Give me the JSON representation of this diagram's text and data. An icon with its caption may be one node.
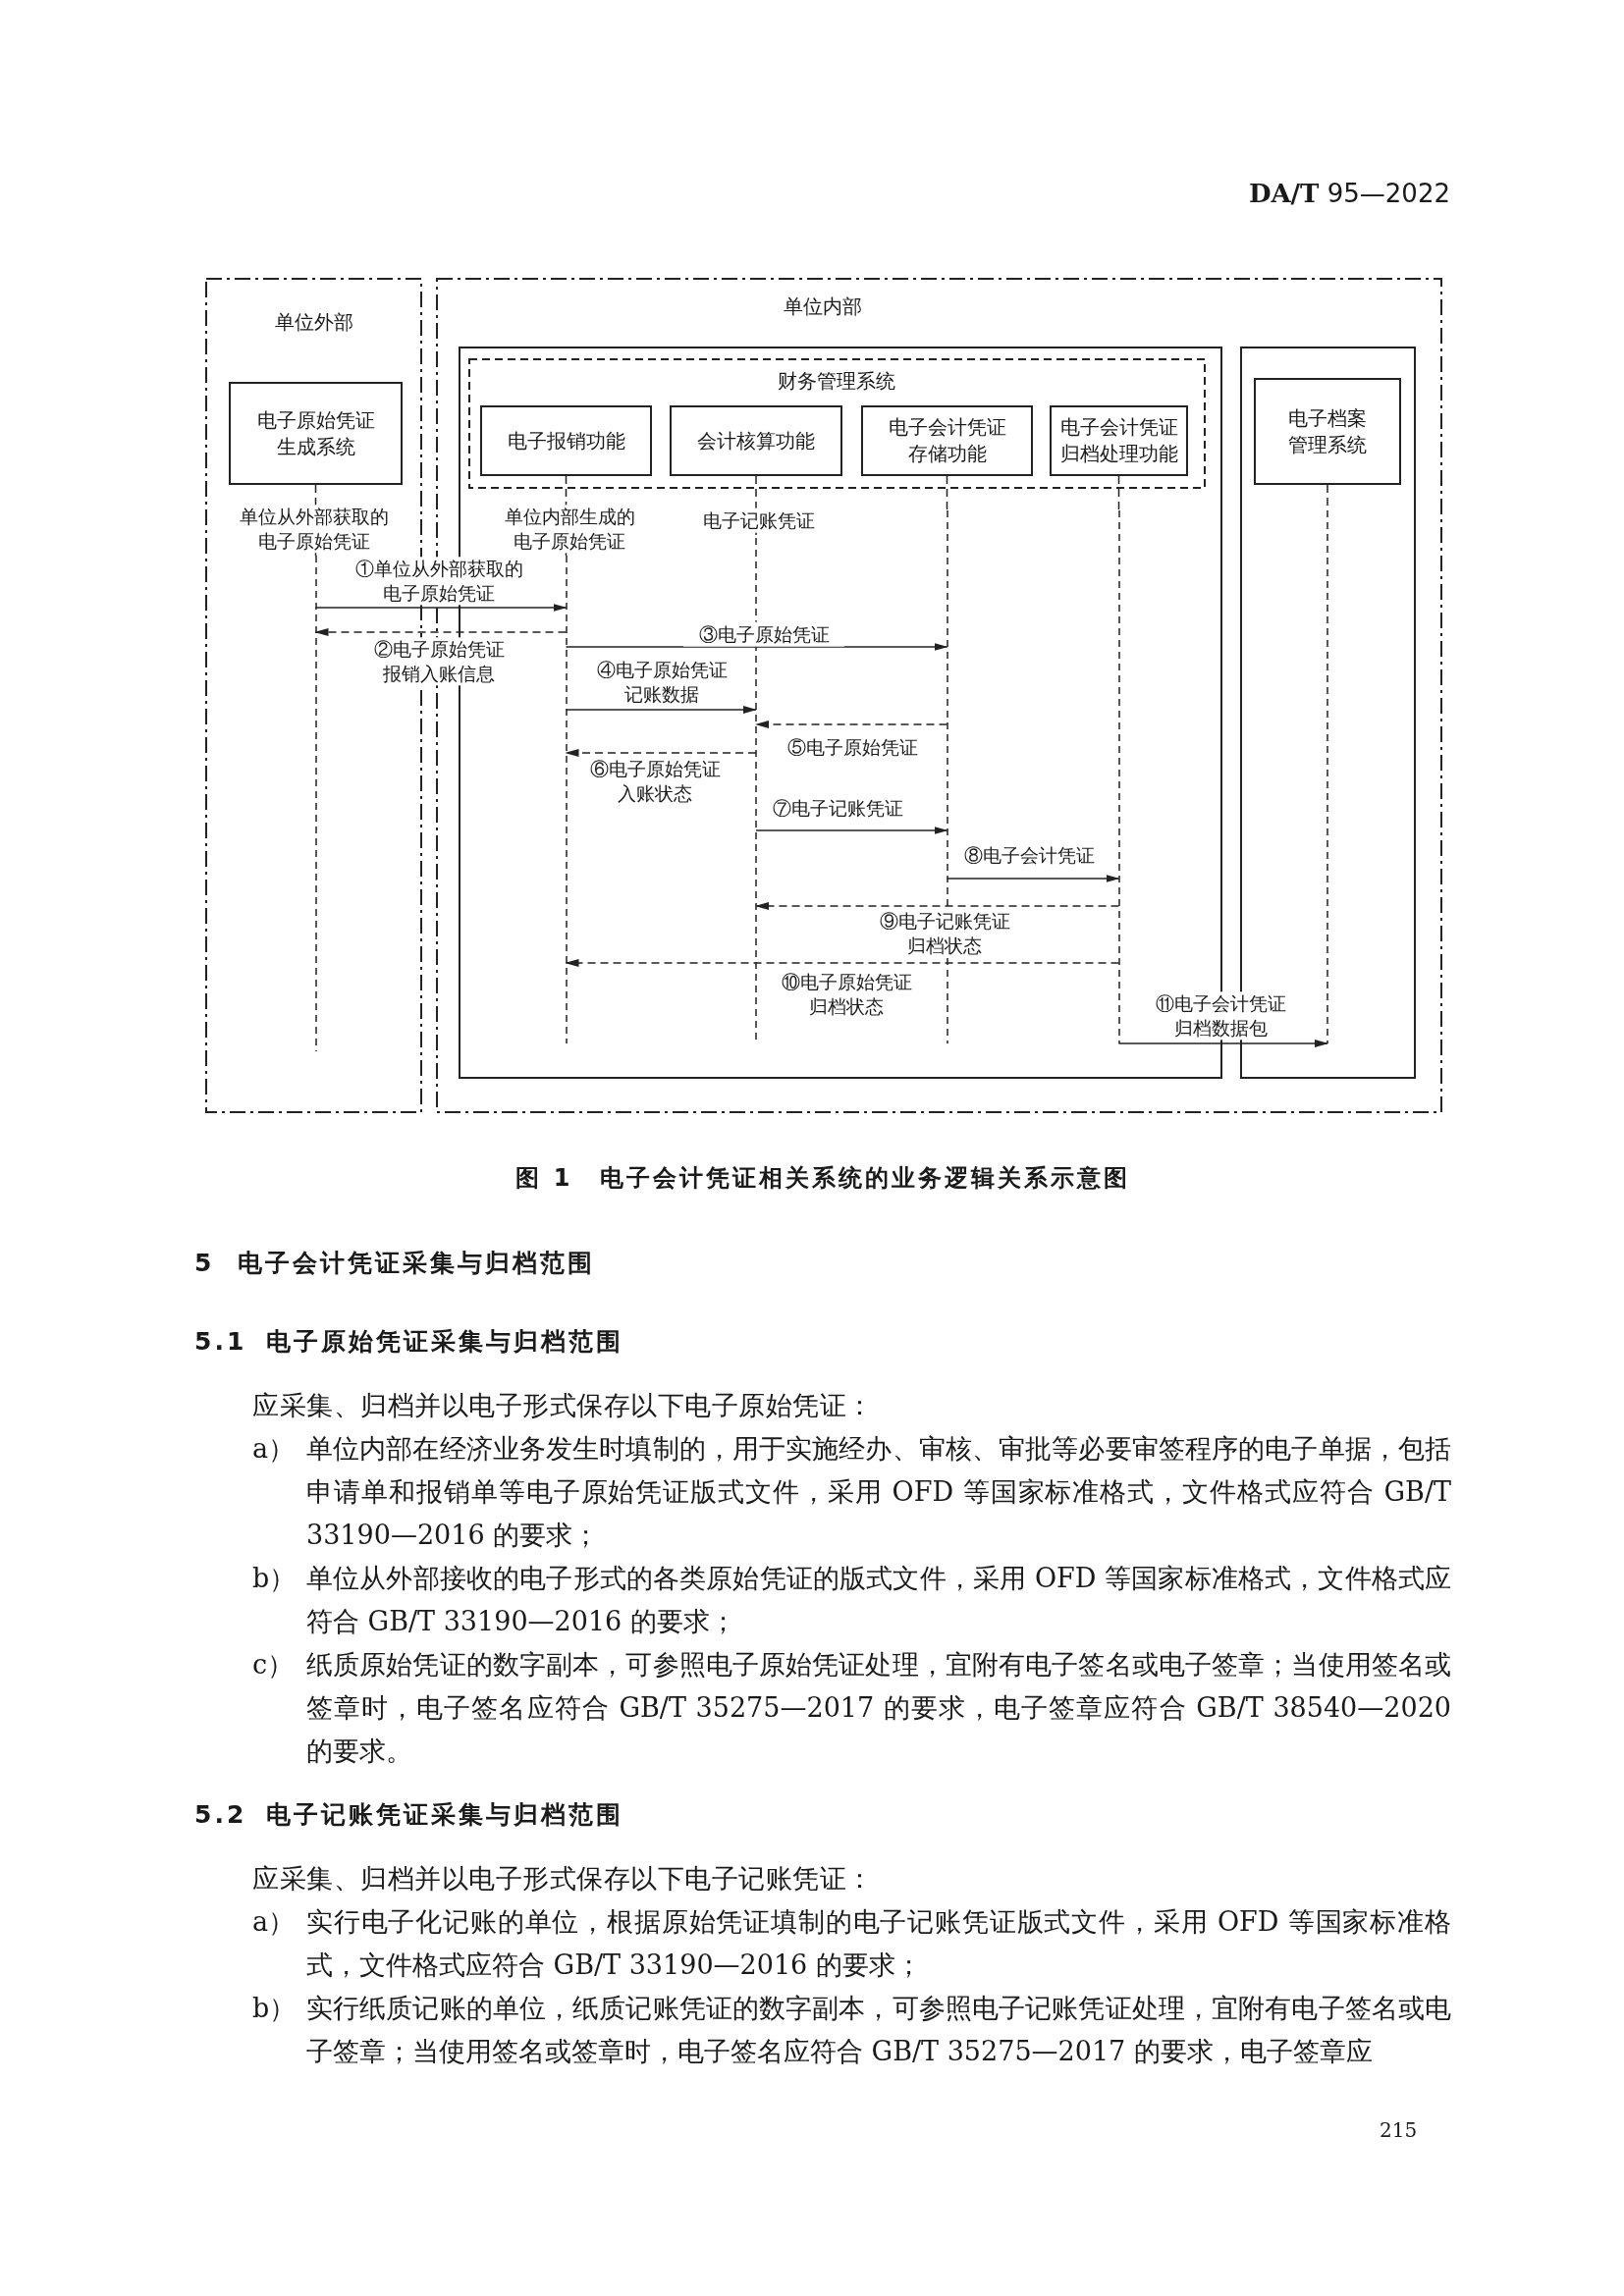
{
  "diagram": {
    "caption": "图 1　电子会计凭证相关系统的业务逻辑关系示意图",
    "nodes": [
      {
        "text": [
          "单位外部"
        ]
      },
      {
        "text": [
          "电子原始凭证生成系统"
        ],
        "in": 0
      },
      {
        "text": [
          "单位内部"
        ]
      },
      {
        "text": [],
        "shape": "box",
        "in": 2
      },
      {
        "text": [
          "财务管理系统"
        ],
        "in": 3
      },
      {
        "text": [
          "电子报销功能"
        ],
        "in": 4
      },
      {
        "text": [
          "会计核算功能"
        ],
        "in": 4
      },
      {
        "text": [
          "电子会计凭证存储功能"
        ],
        "in": 4
      },
      {
        "text": [
          "电子会计凭证归档处理功能"
        ],
        "in": 4
      },
      {
        "text": [],
        "shape": "box",
        "in": 2
      },
      {
        "text": [
          "电子档案管理系统"
        ],
        "in": 9
      },
      {
        "text": [],
        "shape": "line",
        "in": 0,
        "beside": [
          "单位从外部获取的电子原始凭证"
        ]
      },
      {
        "text": [],
        "shape": "line",
        "in": 3,
        "beside": [
          "单位内部生成的电子原始凭证"
        ]
      },
      {
        "text": [],
        "shape": "line",
        "in": 3,
        "beside": [
          "电子记账凭证"
        ]
      },
      {
        "text": [],
        "shape": "line",
        "in": 3
      },
      {
        "text": [],
        "shape": "line",
        "in": 3
      },
      {
        "text": [],
        "shape": "line",
        "in": 9
      }
    ],
    "edges": [
      {
        "from": 11,
        "to": 12,
        "arrow": "to",
        "label": "①单位从外部获取的电子原始凭证"
      },
      {
        "from": 12,
        "to": 11,
        "arrow": "to",
        "label": "②电子原始凭证报销入账信息",
        "style": "dashed"
      },
      {
        "from": 12,
        "to": 14,
        "arrow": "to",
        "label": "③电子原始凭证"
      },
      {
        "from": 12,
        "to": 13,
        "arrow": "to",
        "label": "④电子原始凭证记账数据"
      },
      {
        "from": 14,
        "to": 13,
        "arrow": "to",
        "label": "⑤电子原始凭证",
        "style": "dashed"
      },
      {
        "from": 13,
        "to": 12,
        "arrow": "to",
        "label": "⑥电子原始凭证入账状态",
        "style": "dashed"
      },
      {
        "from": 13,
        "to": 14,
        "arrow": "to",
        "label": "⑦电子记账凭证"
      },
      {
        "from": 14,
        "to": 15,
        "arrow": "to",
        "label": "⑧电子会计凭证"
      },
      {
        "from": 15,
        "to": 13,
        "arrow": "to",
        "label": "⑨电子记账凭证归档状态",
        "style": "dashed"
      },
      {
        "from": 15,
        "to": 12,
        "arrow": "to",
        "label": "⑩电子原始凭证归档状态",
        "style": "dashed"
      },
      {
        "from": 15,
        "to": 16,
        "arrow": "to",
        "label": "⑪电子会计凭证归档数据包"
      },
      {
        "from": 1,
        "to": 11,
        "arrow": "none",
        "style": "dashed"
      },
      {
        "from": 5,
        "to": 12,
        "arrow": "none",
        "style": "dashed"
      },
      {
        "from": 6,
        "to": 13,
        "arrow": "none",
        "style": "dashed"
      },
      {
        "from": 7,
        "to": 14,
        "arrow": "none",
        "style": "dashed"
      },
      {
        "from": 8,
        "to": 15,
        "arrow": "none",
        "style": "dashed"
      },
      {
        "from": 10,
        "to": 16,
        "arrow": "none",
        "style": "dashed"
      }
    ],
    "labels": [
      "**DA/T** 95—2022",
      "5",
      "电子会计凭证采集与归档范围",
      "5.1",
      "电子原始凭证采集与归档范围",
      "应采集、归档并以电子形式保存以下电子原始凭证：",
      "a）",
      "单位内部在经济业务发生时填制的，用于实施经办、审核、审批等必要审签程序的电子单据，包括申请单和报销单等电子原始凭证版式文件，采用 OFD 等国家标准格式，文件格式应符合 GB/T 33190—2016 的要求；",
      "b）",
      "单位从外部接收的电子形式的各类原始凭证的版式文件，采用 OFD 等国家标准格式，文件格式应符合 GB/T 33190—2016 的要求；",
      "c）",
      "纸质原始凭证的数字副本，可参照电子原始凭证处理，宜附有电子签名或电子签章；当使用签名或签章时，电子签名应符合 GB/T 35275—2017 的要求，电子签章应符合 GB/T 38540—2020 的要求。",
      "5.2",
      "电子记账凭证采集与归档范围",
      "应采集、归档并以电子形式保存以下电子记账凭证：",
      "a）",
      "实行电子化记账的单位，根据原始凭证填制的电子记账凭证版式文件，采用 OFD 等国家标准格式，文件格式应符合 GB/T 33190—2016 的要求；",
      "b）",
      "实行纸质记账的单位，纸质记账凭证的数字副本，可参照电子记账凭证处理，宜附有电子签名或电子签章；当使用签名或签章时，电子签名应符合 GB/T 35275—2017 的要求，电子签章应",
      "215"
    ]
  }
}
